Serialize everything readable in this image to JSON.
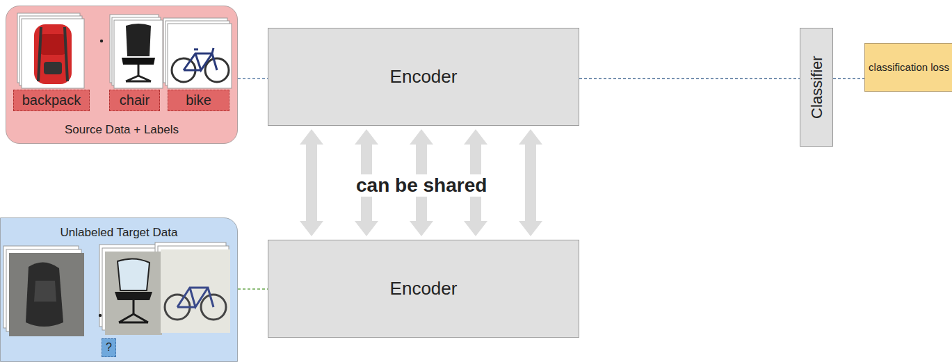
{
  "diagram": {
    "nodes": [
      {
        "text": [
          "Source Data + Labels"
        ]
      },
      {
        "text": [
          "backpack"
        ],
        "in": 0
      },
      {
        "text": [
          "chair"
        ],
        "in": 0
      },
      {
        "text": [
          "bike"
        ],
        "in": 0
      },
      {
        "text": [
          "Encoder"
        ]
      },
      {
        "text": [
          "Classifier"
        ]
      },
      {
        "text": [
          "classification loss"
        ]
      },
      {
        "text": [
          "Unlabeled Target Data"
        ]
      },
      {
        "text": [
          "?"
        ],
        "in": 7
      },
      {
        "text": [
          "Encoder"
        ]
      }
    ],
    "edges": [
      {
        "from": 0,
        "to": 4,
        "arrow": "none"
      },
      {
        "from": 4,
        "to": 5,
        "arrow": "none"
      },
      {
        "from": 5,
        "to": 6,
        "arrow": "none"
      },
      {
        "from": 7,
        "to": 9,
        "arrow": "none"
      },
      {
        "from": 4,
        "to": 9,
        "arrow": "both"
      },
      {
        "from": 4,
        "to": 9,
        "arrow": "both"
      },
      {
        "from": 4,
        "to": 9,
        "arrow": "both",
        "label": "can be shared"
      },
      {
        "from": 4,
        "to": 9,
        "arrow": "both"
      },
      {
        "from": 4,
        "to": 9,
        "arrow": "both"
      }
    ]
  }
}
